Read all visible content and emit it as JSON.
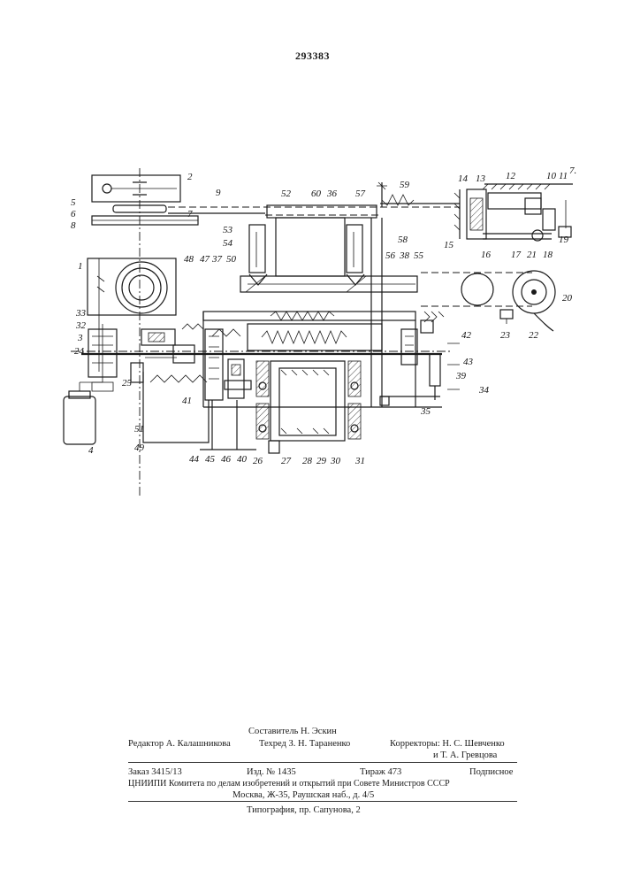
{
  "document": {
    "patent_number": "293383"
  },
  "drawing": {
    "labels": [
      {
        "id": "2",
        "text": "2"
      },
      {
        "id": "5",
        "text": "5"
      },
      {
        "id": "6",
        "text": "6"
      },
      {
        "id": "7",
        "text": "7"
      },
      {
        "id": "8",
        "text": "8"
      },
      {
        "id": "9",
        "text": "9"
      },
      {
        "id": "1",
        "text": "1"
      },
      {
        "id": "33",
        "text": "33"
      },
      {
        "id": "32",
        "text": "32"
      },
      {
        "id": "3",
        "text": "3"
      },
      {
        "id": "24",
        "text": "24"
      },
      {
        "id": "25",
        "text": "25"
      },
      {
        "id": "4",
        "text": "4"
      },
      {
        "id": "48",
        "text": "48"
      },
      {
        "id": "47",
        "text": "47"
      },
      {
        "id": "37",
        "text": "37"
      },
      {
        "id": "50",
        "text": "50"
      },
      {
        "id": "51",
        "text": "51"
      },
      {
        "id": "49",
        "text": "49"
      },
      {
        "id": "41",
        "text": "41"
      },
      {
        "id": "44",
        "text": "44"
      },
      {
        "id": "45",
        "text": "45"
      },
      {
        "id": "46",
        "text": "46"
      },
      {
        "id": "40",
        "text": "40"
      },
      {
        "id": "26",
        "text": "26"
      },
      {
        "id": "27",
        "text": "27"
      },
      {
        "id": "28",
        "text": "28"
      },
      {
        "id": "29",
        "text": "29"
      },
      {
        "id": "30",
        "text": "30"
      },
      {
        "id": "31",
        "text": "31"
      },
      {
        "id": "52",
        "text": "52"
      },
      {
        "id": "60",
        "text": "60"
      },
      {
        "id": "36",
        "text": "36"
      },
      {
        "id": "57",
        "text": "57"
      },
      {
        "id": "59",
        "text": "59"
      },
      {
        "id": "53",
        "text": "53"
      },
      {
        "id": "54",
        "text": "54"
      },
      {
        "id": "58",
        "text": "58"
      },
      {
        "id": "56",
        "text": "56"
      },
      {
        "id": "38",
        "text": "38"
      },
      {
        "id": "55",
        "text": "55"
      },
      {
        "id": "14",
        "text": "14"
      },
      {
        "id": "13",
        "text": "13"
      },
      {
        "id": "12",
        "text": "12"
      },
      {
        "id": "10",
        "text": "10"
      },
      {
        "id": "11",
        "text": "11"
      },
      {
        "id": "7b",
        "text": "7."
      },
      {
        "id": "15",
        "text": "15"
      },
      {
        "id": "16",
        "text": "16"
      },
      {
        "id": "17",
        "text": "17"
      },
      {
        "id": "21",
        "text": "21"
      },
      {
        "id": "18",
        "text": "18"
      },
      {
        "id": "19",
        "text": "19"
      },
      {
        "id": "20",
        "text": "20"
      },
      {
        "id": "23",
        "text": "23"
      },
      {
        "id": "22",
        "text": "22"
      },
      {
        "id": "42",
        "text": "42"
      },
      {
        "id": "43",
        "text": "43"
      },
      {
        "id": "39",
        "text": "39"
      },
      {
        "id": "34",
        "text": "34"
      },
      {
        "id": "35",
        "text": "35"
      }
    ]
  },
  "imprint": {
    "compiler": "Составитель  Н. Эскин",
    "editor": "Редактор  А. Калашникова",
    "techred": "Техред  З. Н. Тараненко",
    "correctors_1": "Корректоры:  Н. С. Шевченко",
    "correctors_2": "и  Т. А. Гревцова",
    "order": "Заказ  3415/13",
    "edition": "Изд.  №  1435",
    "circulation": "Тираж  473",
    "subscription": "Подписное",
    "institute_1": "ЦНИИПИ  Комитета  по  делам  изобретений  и  открытий  при  Совете  Министров  СССР",
    "institute_2": "Москва,  Ж-35,  Раушская  наб.,  д.  4/5",
    "printing": "Типография,  пр.  Сапунова,  2"
  }
}
